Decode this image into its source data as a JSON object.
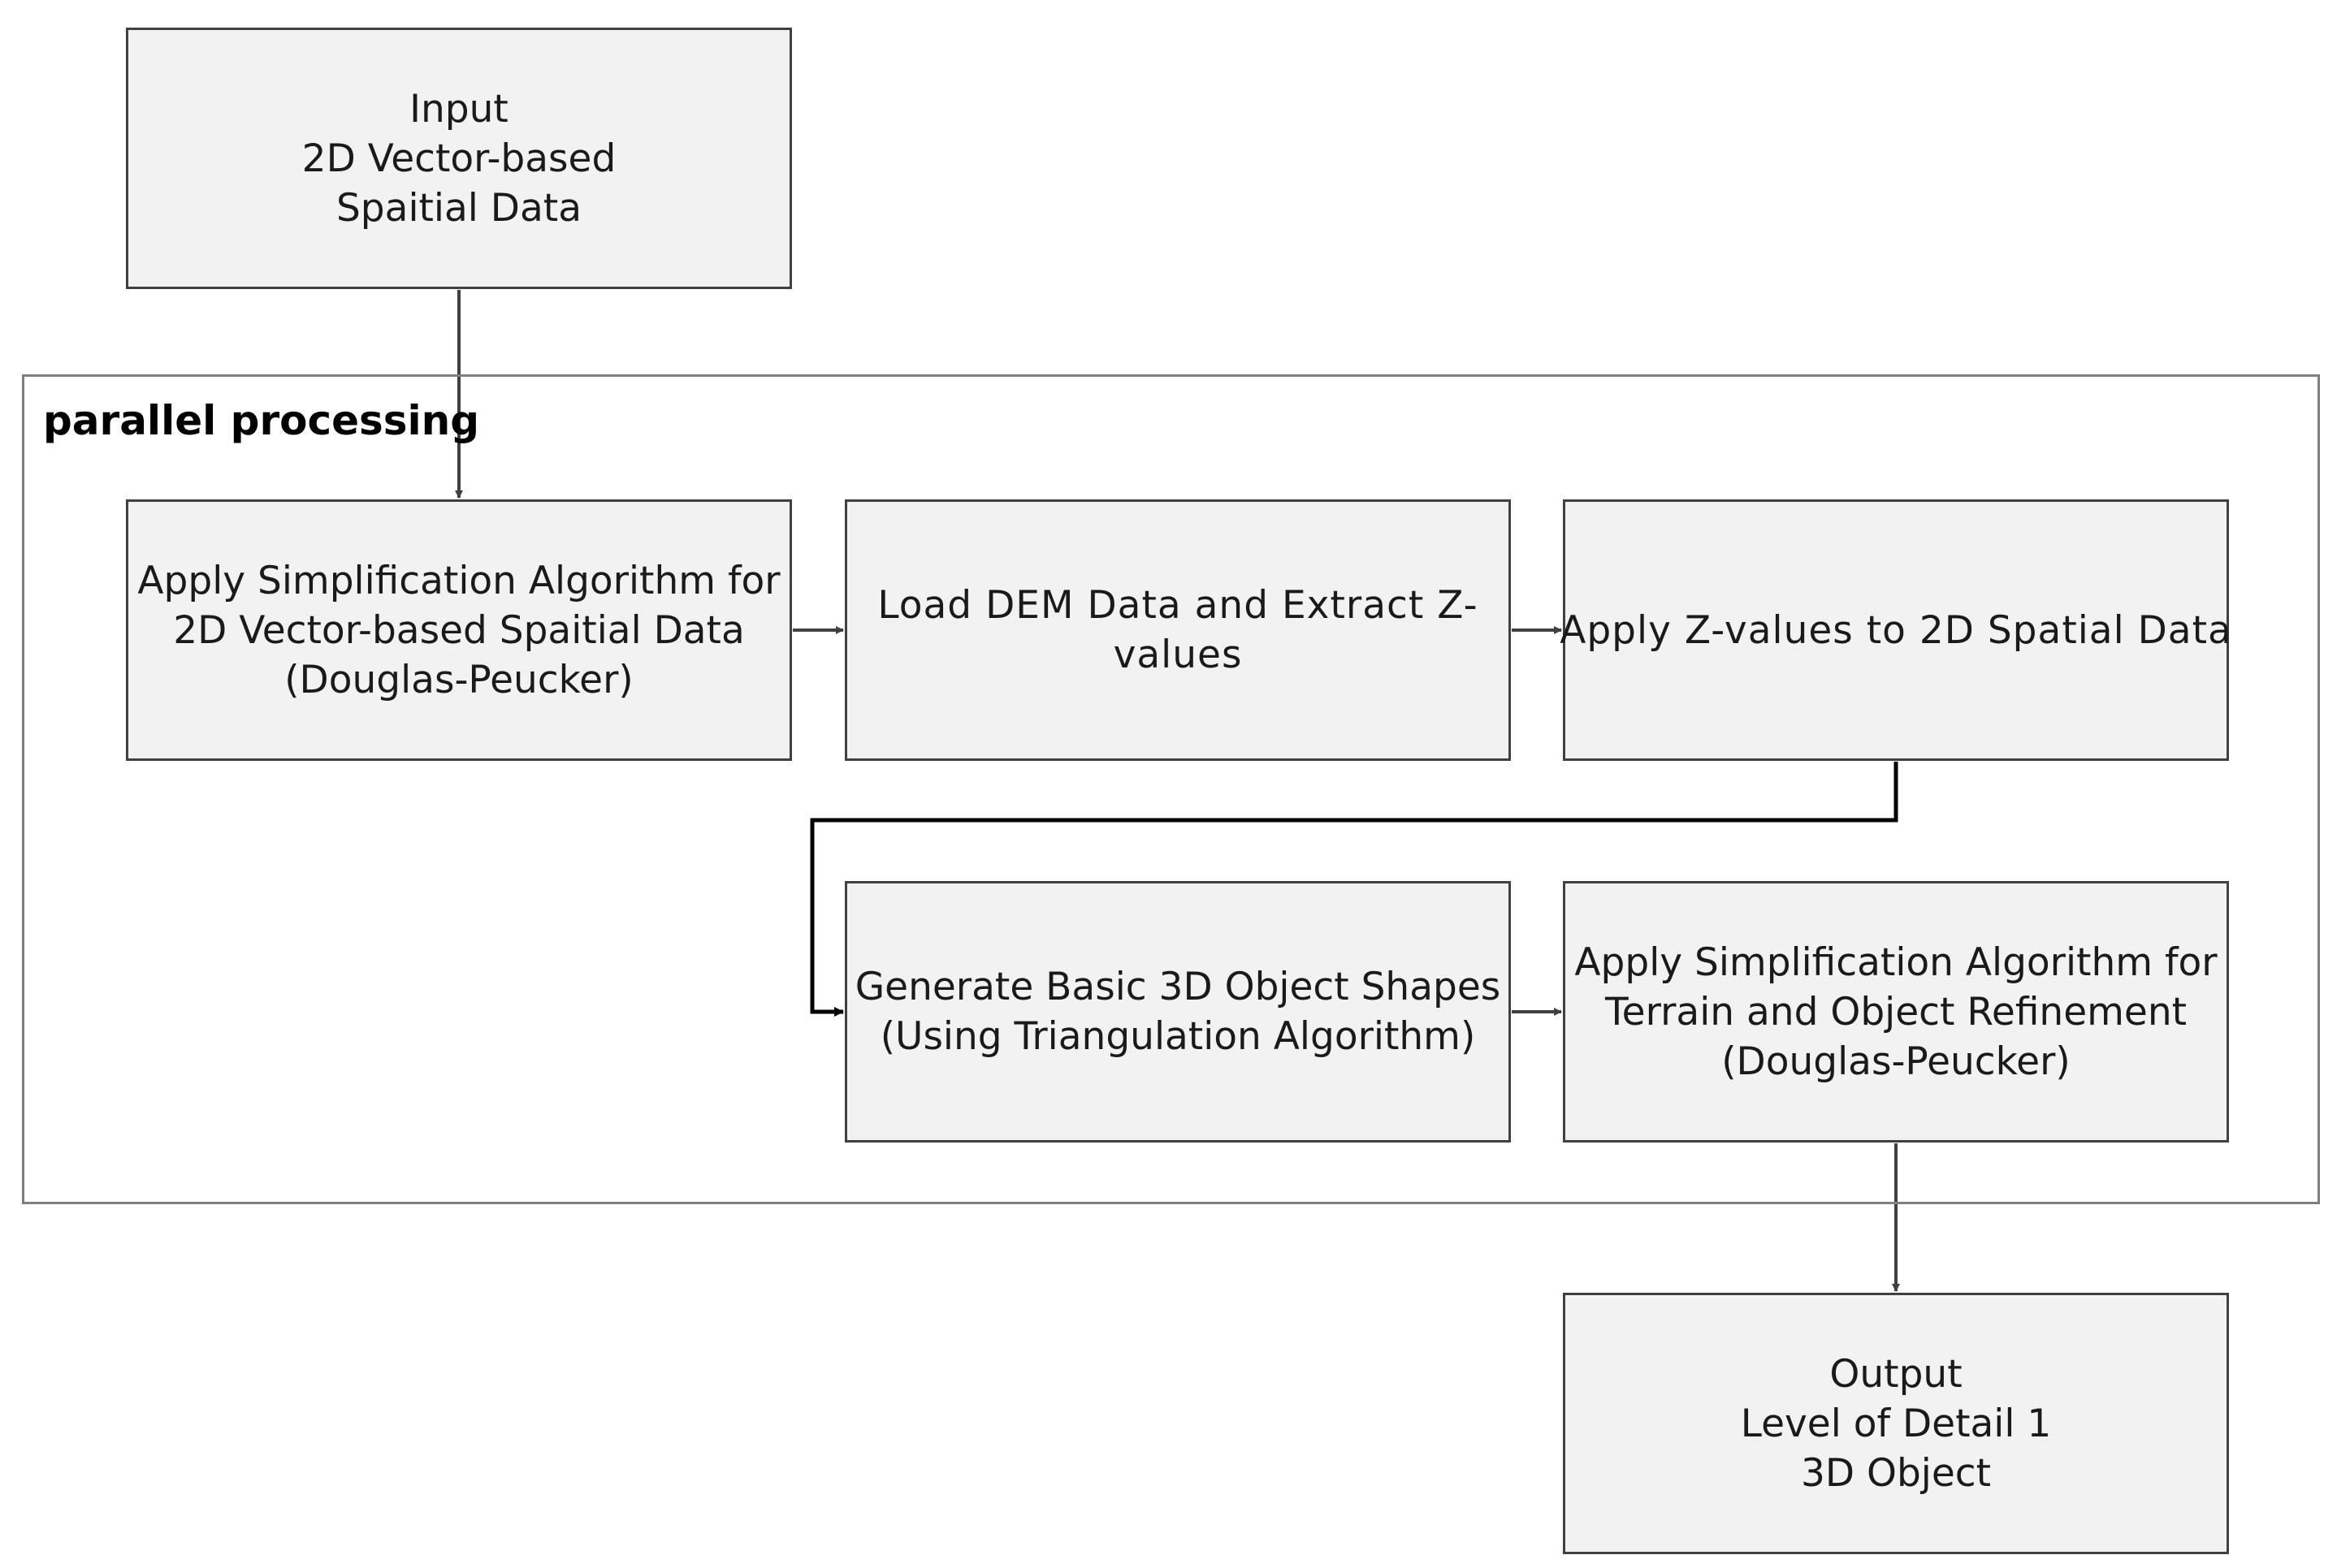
{
  "diagram": {
    "group": {
      "label": "parallel processing"
    },
    "nodes": {
      "input": {
        "lines": [
          "Input",
          "2D Vector-based",
          "Spaitial Data"
        ]
      },
      "simplification": {
        "lines": [
          "Apply Simplification Algorithm for",
          "2D Vector-based Spaitial Data",
          "(Douglas-Peucker)"
        ]
      },
      "dem": {
        "lines": [
          "Load DEM Data and Extract Z-",
          "values"
        ]
      },
      "z_apply": {
        "lines": [
          "Apply Z-values to 2D Spatial Data"
        ]
      },
      "generate": {
        "lines": [
          "Generate Basic 3D Object Shapes",
          "(Using Triangulation Algorithm)"
        ]
      },
      "refine": {
        "lines": [
          "Apply Simplification Algorithm for",
          "Terrain and Object Refinement",
          "(Douglas-Peucker)"
        ]
      },
      "output": {
        "lines": [
          "Output",
          "Level of Detail 1",
          "3D Object"
        ]
      }
    },
    "colors": {
      "box_fill": "#f2f2f2",
      "box_border": "#404040",
      "group_border": "#7f7f7f",
      "arrow": "#404040",
      "text": "#1a1a1a"
    }
  }
}
